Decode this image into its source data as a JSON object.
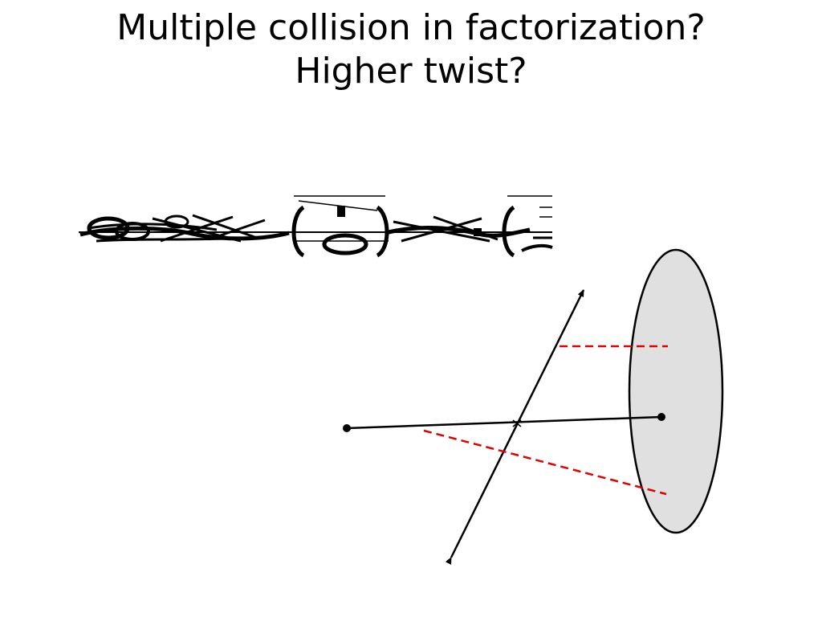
{
  "slide": {
    "title_lines": [
      "Multiple collision in factorization?",
      "Higher twist?"
    ]
  },
  "formula": {
    "description": "garbled equation rendering"
  },
  "colors": {
    "ink": "#000000",
    "dashed": "#e00000",
    "ellipse_fill": "#e0e0e0"
  }
}
